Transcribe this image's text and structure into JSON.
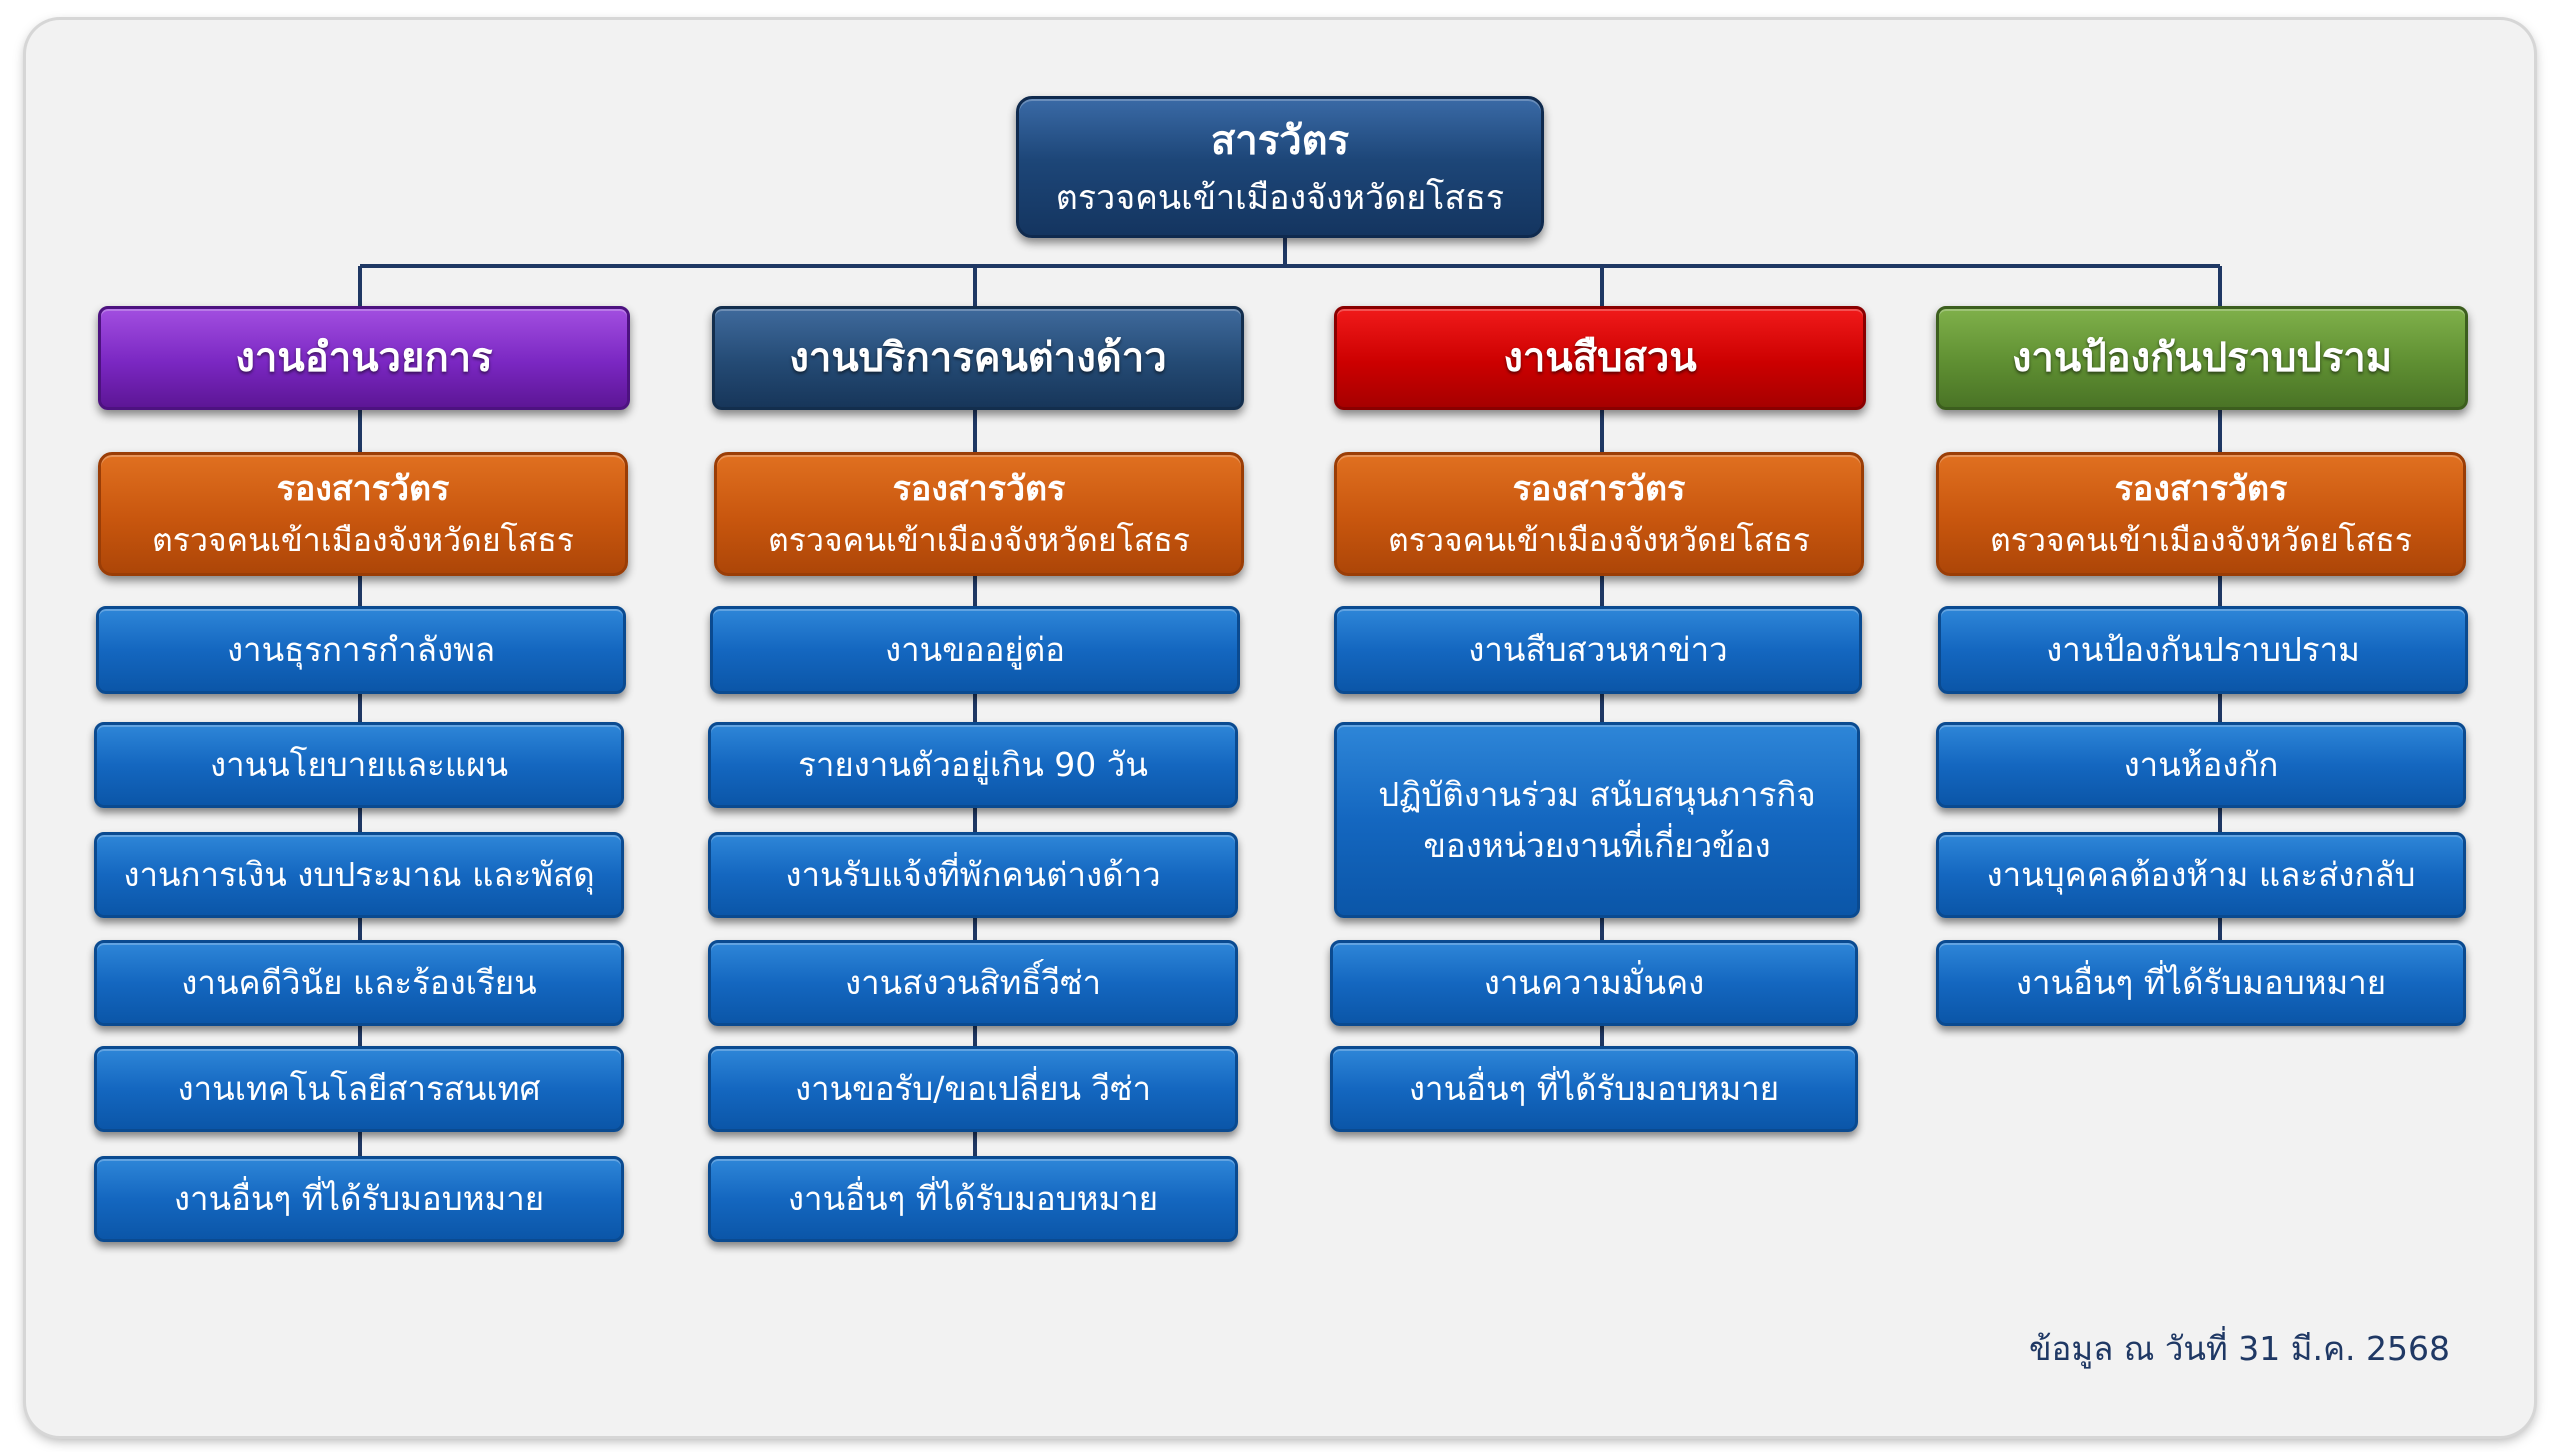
{
  "top": {
    "title": "สารวัตร",
    "subtitle": "ตรวจคนเข้าเมืองจังหวัดยโสธร"
  },
  "columns": [
    {
      "header": "งานอำนวยการ",
      "deputy": {
        "title": "รองสารวัตร",
        "subtitle": "ตรวจคนเข้าเมืองจังหวัดยโสธร"
      },
      "units": [
        "งานธุรการกำลังพล",
        "งานนโยบายและแผน",
        "งานการเงิน งบประมาณ และพัสดุ",
        "งานคดีวินัย และร้องเรียน",
        "งานเทคโนโลยีสารสนเทศ",
        "งานอื่นๆ ที่ได้รับมอบหมาย"
      ]
    },
    {
      "header": "งานบริการคนต่างด้าว",
      "deputy": {
        "title": "รองสารวัตร",
        "subtitle": "ตรวจคนเข้าเมืองจังหวัดยโสธร"
      },
      "units": [
        "งานขออยู่ต่อ",
        "รายงานตัวอยู่เกิน 90 วัน",
        "งานรับแจ้งที่พักคนต่างด้าว",
        "งานสงวนสิทธิ์วีซ่า",
        "งานขอรับ/ขอเปลี่ยน วีซ่า",
        "งานอื่นๆ ที่ได้รับมอบหมาย"
      ]
    },
    {
      "header": "งานสืบสวน",
      "deputy": {
        "title": "รองสารวัตร",
        "subtitle": "ตรวจคนเข้าเมืองจังหวัดยโสธร"
      },
      "units": [
        "งานสืบสวนหาข่าว",
        "ปฏิบัติงานร่วม สนับสนุนภารกิจ",
        "ของหน่วยงานที่เกี่ยวข้อง",
        "งานความมั่นคง",
        "งานอื่นๆ ที่ได้รับมอบหมาย"
      ]
    },
    {
      "header": "งานป้องกันปราบปราม",
      "deputy": {
        "title": "รองสารวัตร",
        "subtitle": "ตรวจคนเข้าเมืองจังหวัดยโสธร"
      },
      "units": [
        "งานป้องกันปราบปราม",
        "งานห้องกัก",
        "งานบุคคลต้องห้าม และส่งกลับ",
        "งานอื่นๆ ที่ได้รับมอบหมาย"
      ]
    }
  ],
  "footnote": "ข้อมูล ณ วันที่ 31 มี.ค. 2568",
  "colors": {
    "header_purple": "#7a27c2",
    "header_navy": "#244a74",
    "header_red": "#cc0000",
    "header_green": "#5f8f32",
    "deputy_orange": "#c8560e",
    "unit_blue": "#1467c0",
    "connector": "#1f3864"
  }
}
